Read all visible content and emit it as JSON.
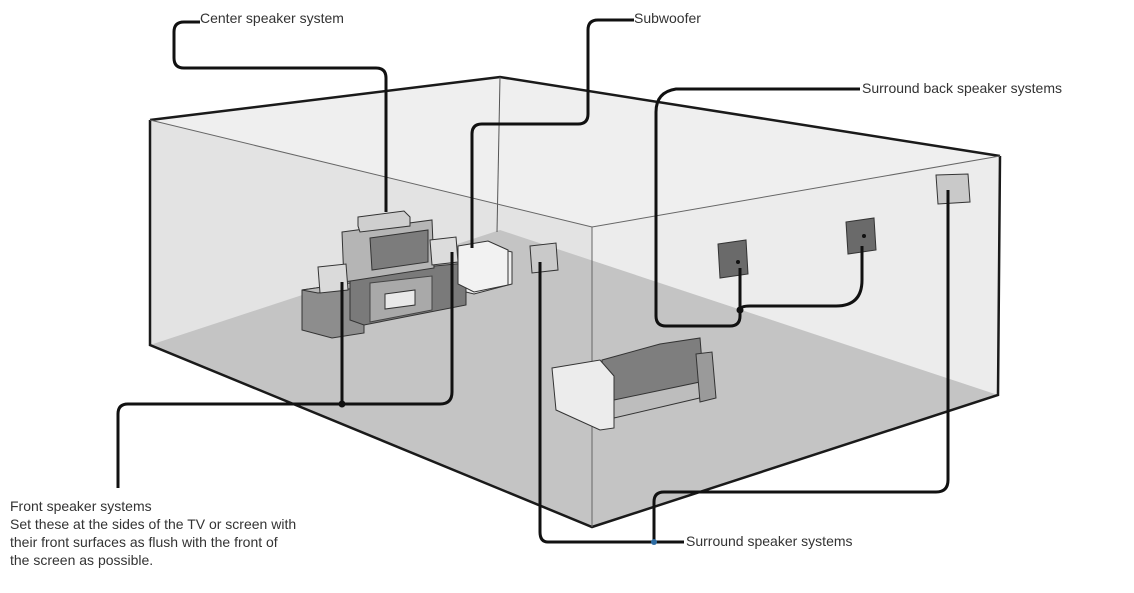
{
  "labels": {
    "center": "Center speaker system",
    "subwoofer": "Subwoofer",
    "surround_back": "Surround back speaker systems",
    "surround": "Surround speaker systems",
    "front_title": "Front speaker systems",
    "front_note": [
      "Set these at the sides of the TV or screen with",
      "their front surfaces as flush with the front of",
      "the screen as possible."
    ]
  },
  "colors": {
    "line": "#111111",
    "room_edge": "#1a1a1a",
    "floor": "#c8c8c8",
    "wall": "#e6e6e6",
    "text": "#333333",
    "accent_dot": "#2e6da4"
  }
}
